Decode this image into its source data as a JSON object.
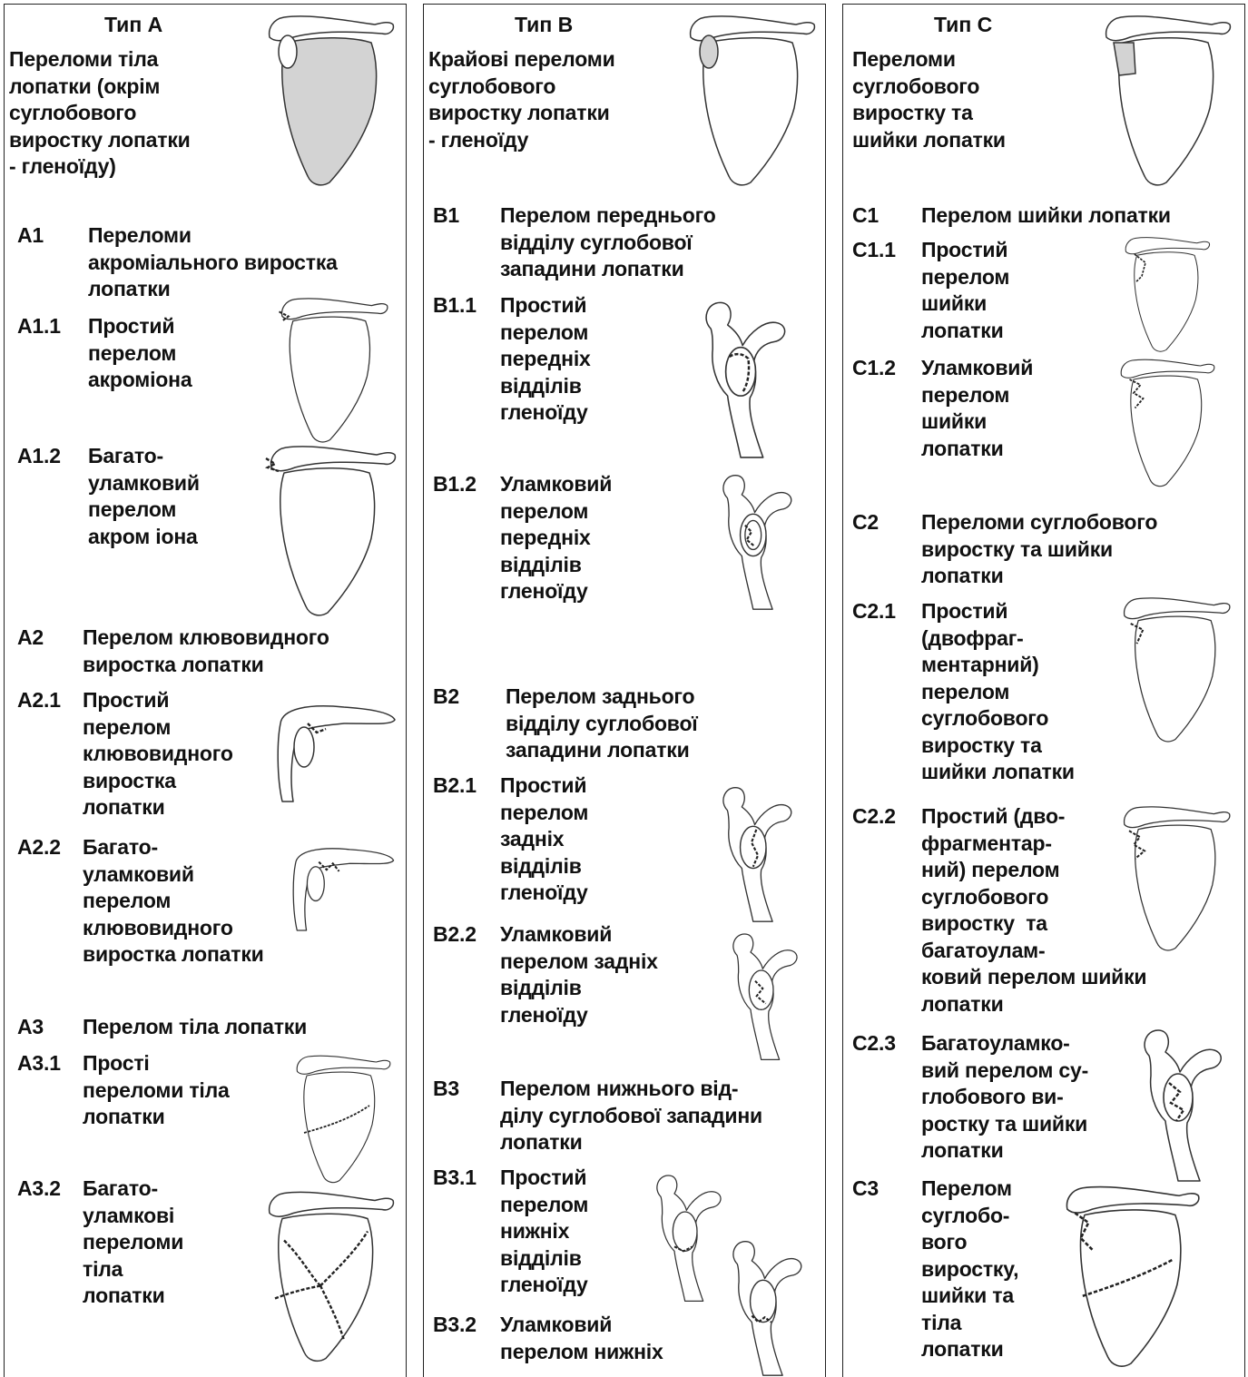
{
  "columns": [
    {
      "header": "Тип А",
      "description": "Переломи тіла\nлопатки (окрім\nсуглобового\nвиростку лопатки\n- гленоїду)",
      "items": [
        {
          "code": "А1",
          "text": "Переломи\nакроміального виростка\nлопатки"
        },
        {
          "code": "А1.1",
          "text": "Простий\nперелом\nакроміона"
        },
        {
          "code": "А1.2",
          "text": "Багато-\nуламковий\nперелом\nакром іона"
        },
        {
          "code": "А2",
          "text": "Перелом клювовидного\nвиростка лопатки"
        },
        {
          "code": "А2.1",
          "text": "Простий\nперелом\nклювовидного\nвиростка\nлопатки"
        },
        {
          "code": "А2.2",
          "text": "Багато-\nуламковий\nперелом\nклювовидного\nвиростка лопатки"
        },
        {
          "code": "А3",
          "text": "Перелом тіла лопатки"
        },
        {
          "code": "А3.1",
          "text": "Прості\nпереломи тіла\nлопатки"
        },
        {
          "code": "А3.2",
          "text": "Багато-\nуламкові\nпереломи\nтіла\nлопатки"
        }
      ]
    },
    {
      "header": "Тип В",
      "description": "Крайові переломи\nсуглобового\nвиростку лопатки\n- гленоїду",
      "items": [
        {
          "code": "В1",
          "text": "Перелом переднього\nвідділу суглобової\nзападини лопатки"
        },
        {
          "code": "В1.1",
          "text": "Простий\nперелом\nпередніх\nвідділів\nгленоїду"
        },
        {
          "code": "В1.2",
          "text": "Уламковий\nперелом\nпередніх\nвідділів\nгленоїду"
        },
        {
          "code": "В2",
          "text": "Перелом заднього\nвідділу суглобової\nзападини лопатки"
        },
        {
          "code": "В2.1",
          "text": "Простий\nперелом\nзадніх\nвідділів\nгленоїду"
        },
        {
          "code": "В2.2",
          "text": "Уламковий\nперелом задніх\nвідділів\nгленоїду"
        },
        {
          "code": "В3",
          "text": "Перелом нижнього від-\nділу суглобової западини\nлопатки"
        },
        {
          "code": "В3.1",
          "text": "Простий\nперелом\nнижніх\nвідділів\nгленоїду"
        },
        {
          "code": "В3.2",
          "text": "Уламковий\nперелом нижніх"
        }
      ]
    },
    {
      "header": "Тип С",
      "description": "Переломи\nсуглобового\nвиростку та\nшийки лопатки",
      "items": [
        {
          "code": "С1",
          "text": "Перелом шийки лопатки"
        },
        {
          "code": "С1.1",
          "text": "Простий\nперелом\nшийки\nлопатки"
        },
        {
          "code": "С1.2",
          "text": "Уламковий\nперелом\nшийки\nлопатки"
        },
        {
          "code": "С2",
          "text": "Переломи суглобового\nвиростку та шийки\nлопатки"
        },
        {
          "code": "С2.1",
          "text": "Простий\n(двофраг-\nментарний)\nперелом\nсуглобового\nвиростку та\nшийки лопатки"
        },
        {
          "code": "С2.2",
          "text": "Простий (дво-\nфрагментар-\nний) перелом\nсуглобового\nвиростку  та\nбагатоулам-\nковий перелом шийки\nлопатки"
        },
        {
          "code": "С2.3",
          "text": "Багатоуламко-\nвий перелом су-\nглобового ви-\nростку та шийки\nлопатки"
        },
        {
          "code": "С3",
          "text": "Перелом\nсуглобо-\nвого\nвиростку,\nшийки та\nтіла\nлопатки"
        }
      ]
    }
  ]
}
